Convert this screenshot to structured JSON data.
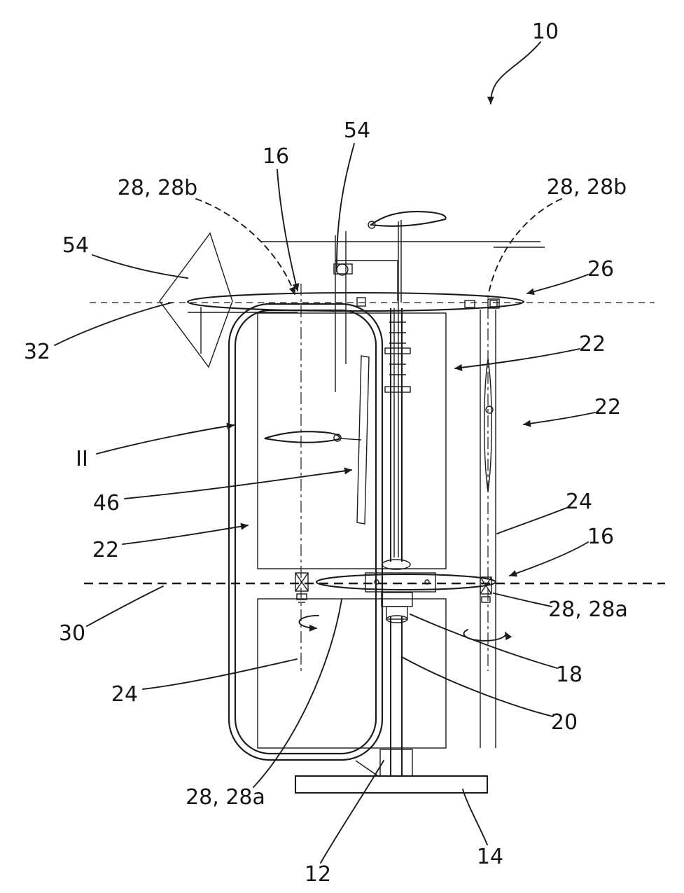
{
  "figure": {
    "type": "patent-line-drawing",
    "stroke_color": "#1b1b1b",
    "background_color": "#ffffff",
    "reference_labels": {
      "r10": "10",
      "r54_top": "54",
      "r16_top": "16",
      "r28b_left": "28, 28b",
      "r28b_right": "28, 28b",
      "r54_left": "54",
      "r26": "26",
      "r32": "32",
      "r22_right_upper": "22",
      "r22_right_lower": "22",
      "rII": "II",
      "r46": "46",
      "r24_right": "24",
      "r22_left": "22",
      "r16_right": "16",
      "r30": "30",
      "r28a_right": "28, 28a",
      "r18": "18",
      "r20": "20",
      "r24_left": "24",
      "r28a_bottom": "28, 28a",
      "r14": "14",
      "r12": "12"
    }
  }
}
